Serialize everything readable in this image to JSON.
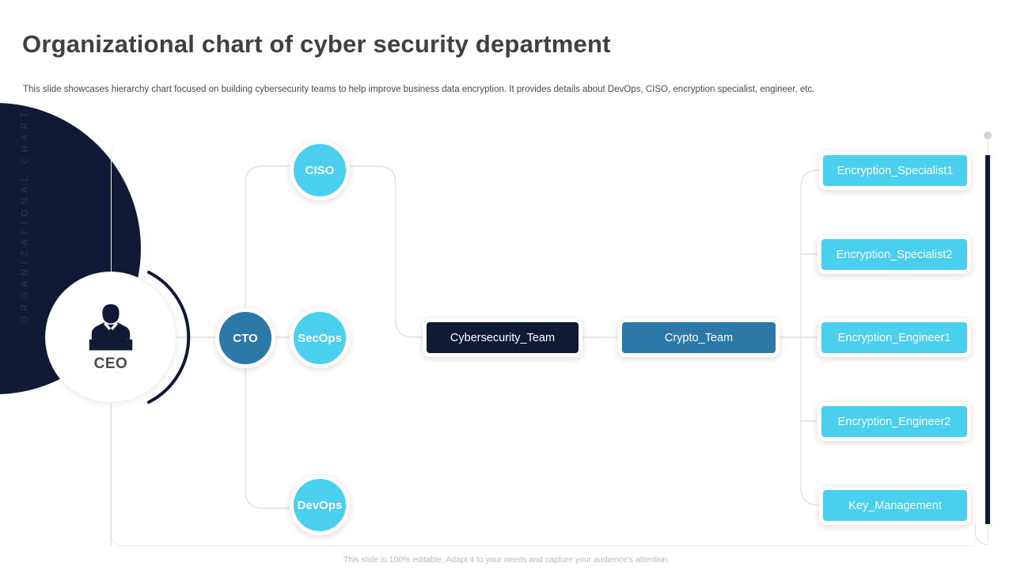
{
  "slide": {
    "title": "Organizational chart of cyber security department",
    "subtitle": "This slide showcases hierarchy chart focused on building cybersecurity teams to help improve business data encryption. It provides details about DevOps, CISO,  encryption specialist, engineer, etc.",
    "side_label": "ORGANIZATIONAL CHART",
    "footer": "This slide is 100% editable.  Adapt it to your needs and capture your audience's attention."
  },
  "colors": {
    "navy": "#101935",
    "steel_blue": "#2C78A9",
    "cyan": "#4ACFEE",
    "title_gray": "#404040",
    "connector_gray": "#dcdcdc"
  },
  "chart_data": {
    "type": "diagram",
    "title": "Organizational chart of cyber security department",
    "nodes": [
      {
        "id": "ceo",
        "label": "CEO",
        "shape": "circle",
        "color": "#ffffff",
        "text_color": "#4a4a4a",
        "level": 0
      },
      {
        "id": "cto",
        "label": "CTO",
        "shape": "circle",
        "color": "#2C78A9",
        "text_color": "#ffffff",
        "level": 1
      },
      {
        "id": "ciso",
        "label": "CISO",
        "shape": "circle",
        "color": "#4ACFEE",
        "text_color": "#ffffff",
        "level": 2
      },
      {
        "id": "secops",
        "label": "SecOps",
        "shape": "circle",
        "color": "#4ACFEE",
        "text_color": "#ffffff",
        "level": 2
      },
      {
        "id": "devops",
        "label": "DevOps",
        "shape": "circle",
        "color": "#4ACFEE",
        "text_color": "#ffffff",
        "level": 2
      },
      {
        "id": "cyber",
        "label": "Cybersecurity_Team",
        "shape": "box",
        "color": "#101935",
        "text_color": "#ffffff",
        "level": 3
      },
      {
        "id": "crypto",
        "label": "Crypto_Team",
        "shape": "box",
        "color": "#2C78A9",
        "text_color": "#ffffff",
        "level": 4
      },
      {
        "id": "es1",
        "label": "Encryption_Specialist1",
        "shape": "box",
        "color": "#4ACFEE",
        "text_color": "#ffffff",
        "level": 5
      },
      {
        "id": "es2",
        "label": "Encryption_Specialist2",
        "shape": "box",
        "color": "#4ACFEE",
        "text_color": "#ffffff",
        "level": 5
      },
      {
        "id": "ee1",
        "label": "Encryption_Engineer1",
        "shape": "box",
        "color": "#4ACFEE",
        "text_color": "#ffffff",
        "level": 5
      },
      {
        "id": "ee2",
        "label": "Encryption_Engineer2",
        "shape": "box",
        "color": "#4ACFEE",
        "text_color": "#ffffff",
        "level": 5
      },
      {
        "id": "km",
        "label": "Key_Management",
        "shape": "box",
        "color": "#4ACFEE",
        "text_color": "#ffffff",
        "level": 5
      }
    ],
    "edges": [
      {
        "from": "ceo",
        "to": "cto"
      },
      {
        "from": "cto",
        "to": "ciso"
      },
      {
        "from": "cto",
        "to": "secops"
      },
      {
        "from": "cto",
        "to": "devops"
      },
      {
        "from": "ciso",
        "to": "cyber"
      },
      {
        "from": "cyber",
        "to": "crypto"
      },
      {
        "from": "crypto",
        "to": "es1"
      },
      {
        "from": "crypto",
        "to": "es2"
      },
      {
        "from": "crypto",
        "to": "ee1"
      },
      {
        "from": "crypto",
        "to": "ee2"
      },
      {
        "from": "crypto",
        "to": "km"
      }
    ]
  },
  "nodes": {
    "ceo": "CEO",
    "cto": "CTO",
    "ciso": "CISO",
    "secops": "SecOps",
    "devops": "DevOps",
    "cybersecurity_team": "Cybersecurity_Team",
    "crypto_team": "Crypto_Team",
    "encryption_specialist1": "Encryption_Specialist1",
    "encryption_specialist2": "Encryption_Specialist2",
    "encryption_engineer1": "Encryption_Engineer1",
    "encryption_engineer2": "Encryption_Engineer2",
    "key_management": "Key_Management"
  }
}
